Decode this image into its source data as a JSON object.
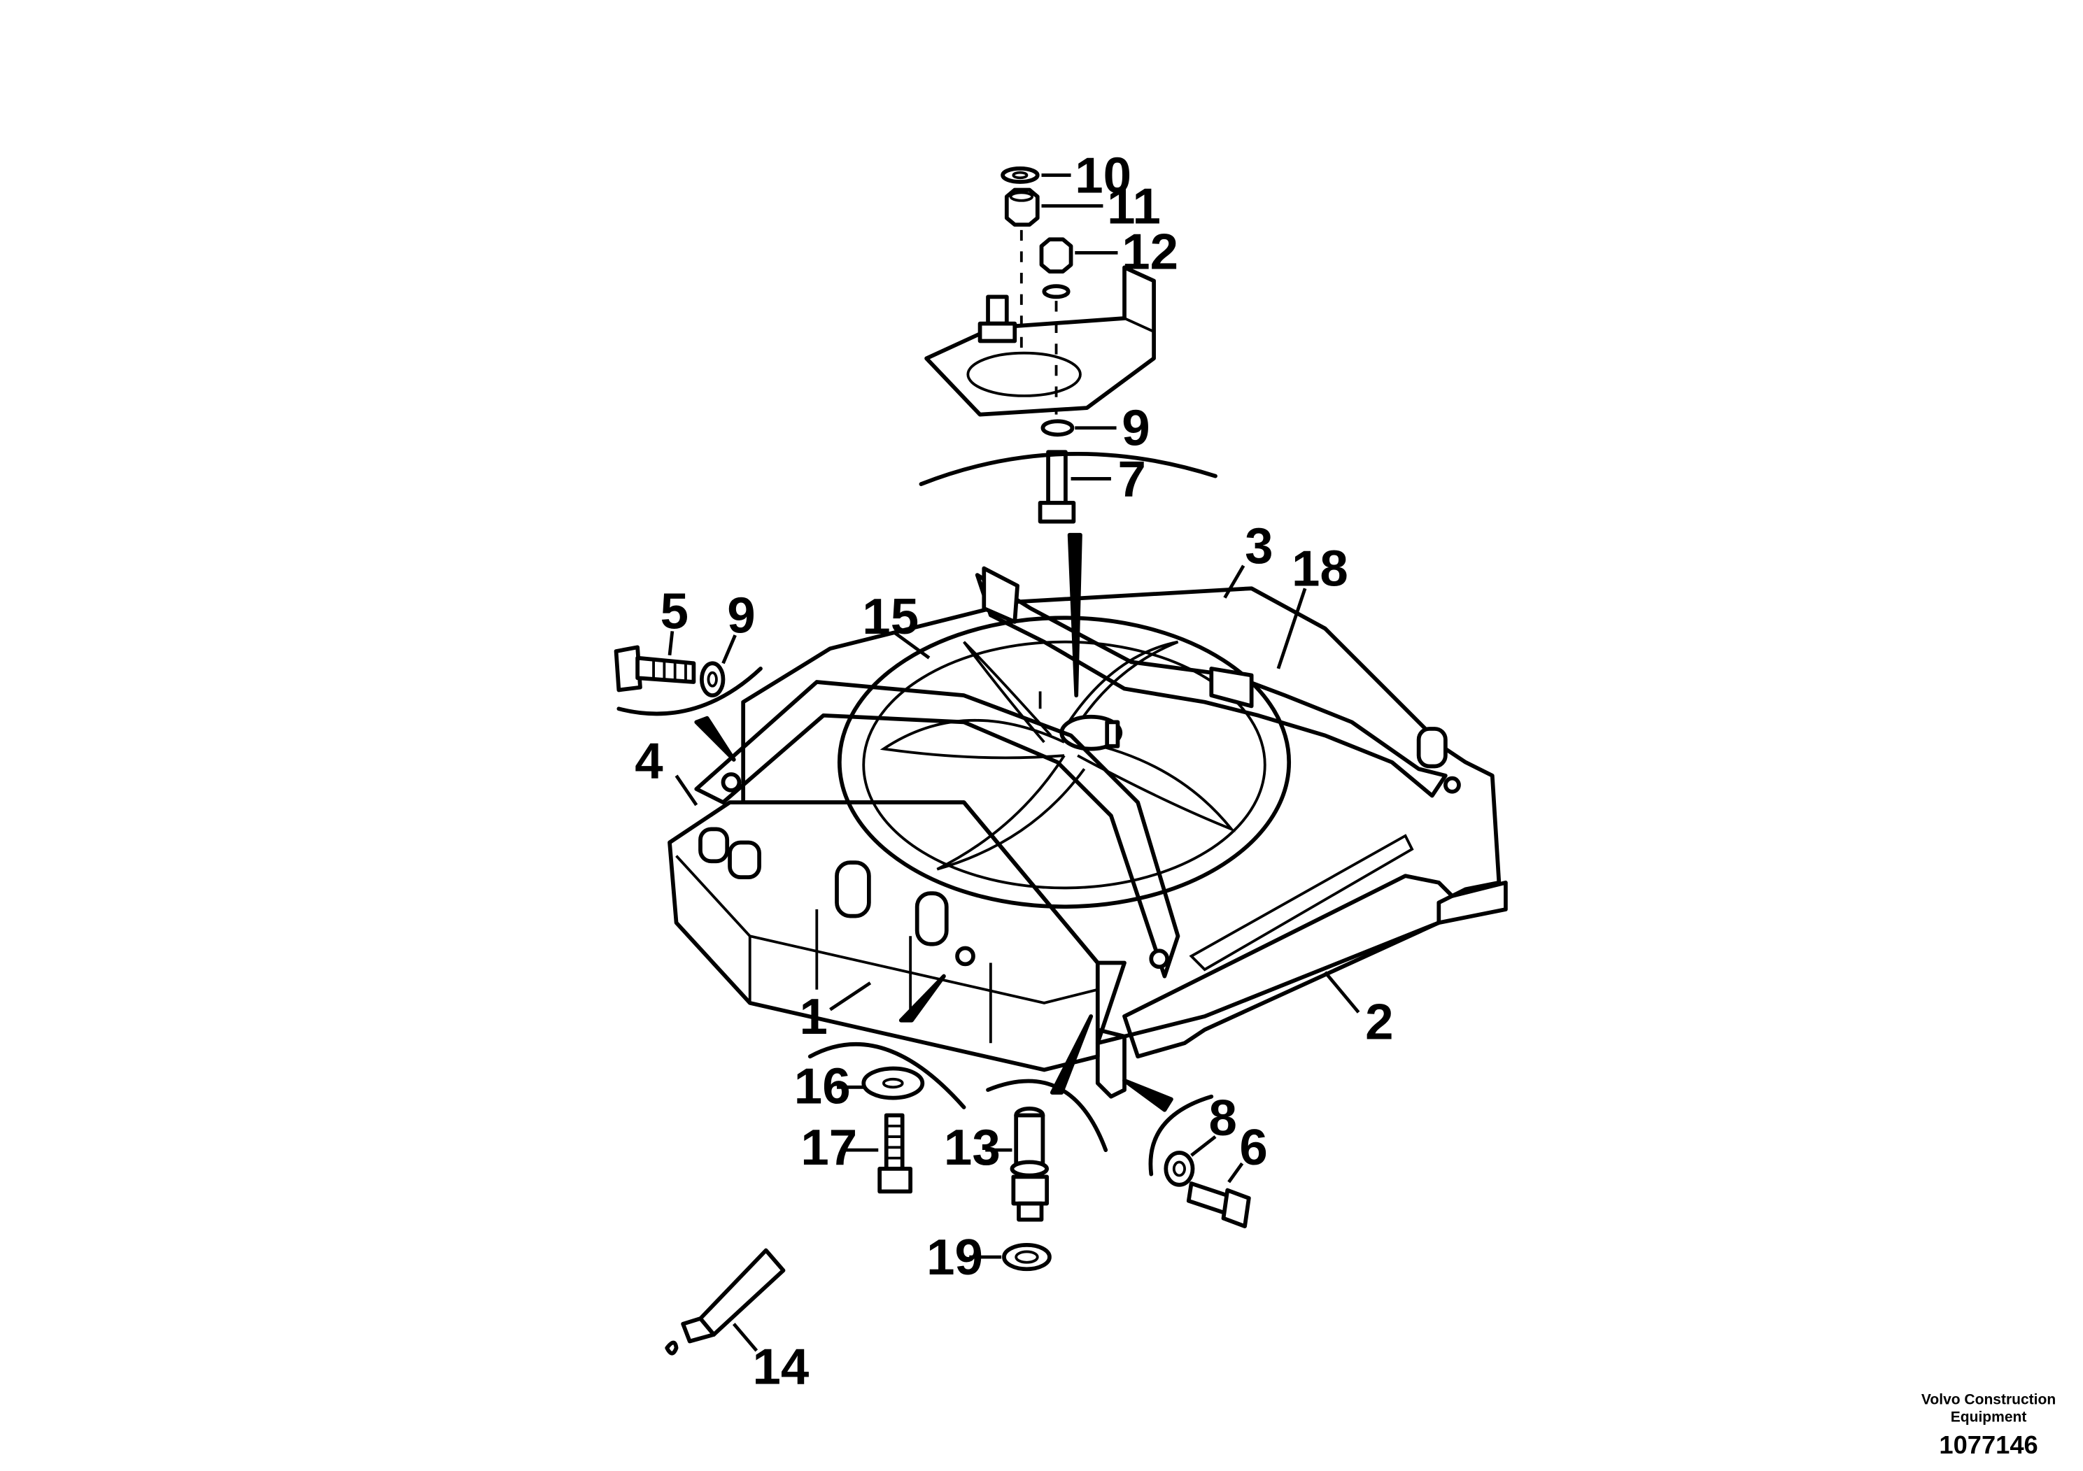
{
  "callouts": [
    "10",
    "11",
    "12",
    "9",
    "7",
    "3",
    "18",
    "15",
    "5",
    "9",
    "4",
    "1",
    "2",
    "16",
    "17",
    "13",
    "8",
    "6",
    "19",
    "14"
  ],
  "footer": {
    "company_line1": "Volvo Construction",
    "company_line2": "Equipment",
    "drawing_number": "1077146"
  }
}
